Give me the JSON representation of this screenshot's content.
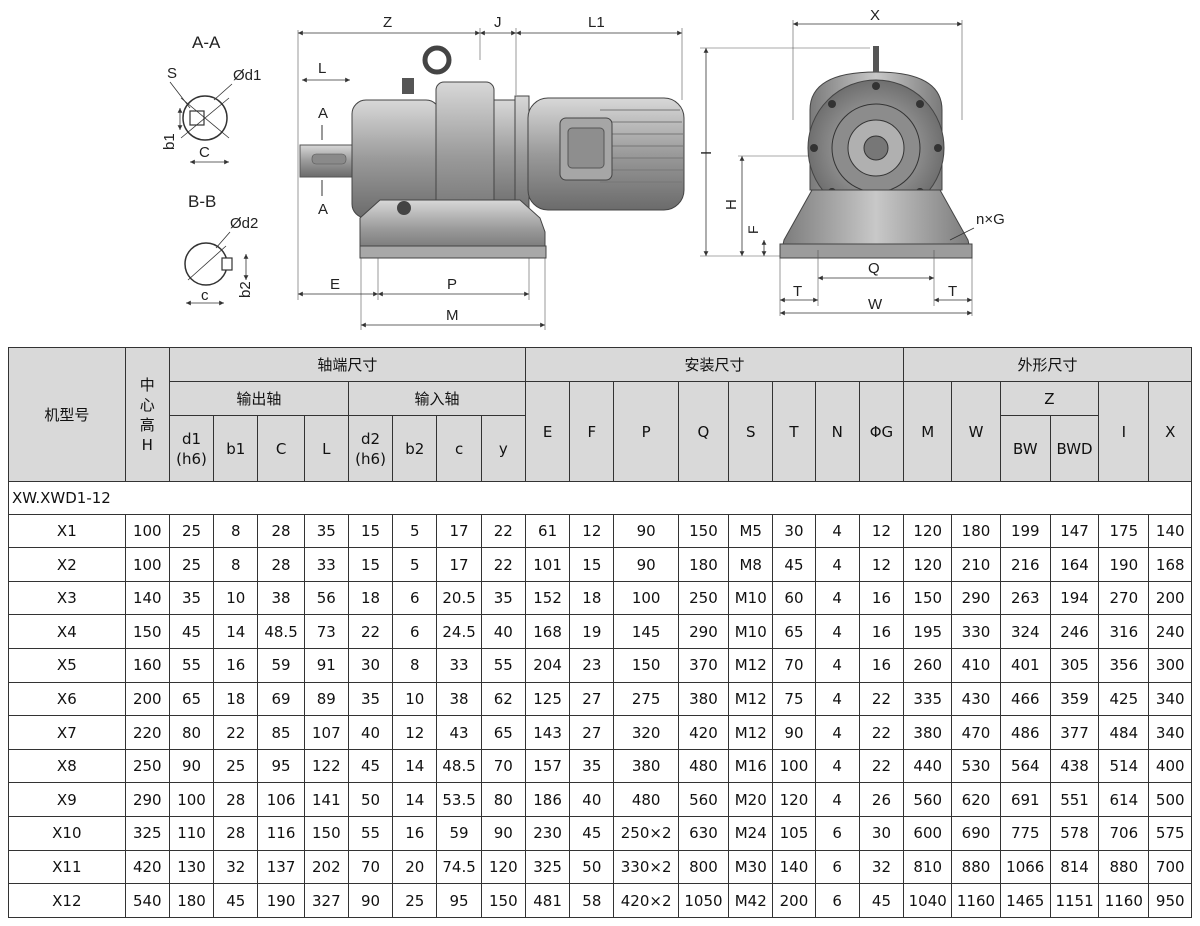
{
  "figure": {
    "section_aa": {
      "title": "A-A",
      "labels": [
        "S",
        "Ød1",
        "b1",
        "C"
      ]
    },
    "section_bb": {
      "title": "B-B",
      "labels": [
        "Ød2",
        "b2",
        "c"
      ]
    },
    "side_view_labels": {
      "Z": "Z",
      "J": "J",
      "L1": "L1",
      "L": "L",
      "A_top": "A",
      "A_bottom": "A",
      "E": "E",
      "P": "P",
      "M": "M"
    },
    "front_view_labels": {
      "X": "X",
      "I": "I",
      "H": "H",
      "F": "F",
      "nG": "n×G",
      "Q": "Q",
      "T_left": "T",
      "T_right": "T",
      "W": "W"
    }
  },
  "table": {
    "header": {
      "model": "机型号",
      "center_height": [
        "中",
        "心",
        "高",
        "H"
      ],
      "shaft_group": "轴端尺寸",
      "output_shaft": "输出轴",
      "input_shaft": "输入轴",
      "install_group": "安装尺寸",
      "outline_group": "外形尺寸",
      "d1": [
        "d1",
        "(h6)"
      ],
      "b1": "b1",
      "C": "C",
      "L": "L",
      "d2": [
        "d2",
        "(h6)"
      ],
      "b2": "b2",
      "c": "c",
      "y": "y",
      "E": "E",
      "F": "F",
      "P": "P",
      "Q": "Q",
      "S": "S",
      "T": "T",
      "N": "N",
      "G": "ΦG",
      "M": "M",
      "W": "W",
      "Z": "Z",
      "BW": "BW",
      "BWD": "BWD",
      "I": "I",
      "X": "X"
    },
    "series": "XW.XWD1-12",
    "rows": [
      [
        "X1",
        "100",
        "25",
        "8",
        "28",
        "35",
        "15",
        "5",
        "17",
        "22",
        "61",
        "12",
        "90",
        "150",
        "M5",
        "30",
        "4",
        "12",
        "120",
        "180",
        "199",
        "147",
        "175",
        "140"
      ],
      [
        "X2",
        "100",
        "25",
        "8",
        "28",
        "33",
        "15",
        "5",
        "17",
        "22",
        "101",
        "15",
        "90",
        "180",
        "M8",
        "45",
        "4",
        "12",
        "120",
        "210",
        "216",
        "164",
        "190",
        "168"
      ],
      [
        "X3",
        "140",
        "35",
        "10",
        "38",
        "56",
        "18",
        "6",
        "20.5",
        "35",
        "152",
        "18",
        "100",
        "250",
        "M10",
        "60",
        "4",
        "16",
        "150",
        "290",
        "263",
        "194",
        "270",
        "200"
      ],
      [
        "X4",
        "150",
        "45",
        "14",
        "48.5",
        "73",
        "22",
        "6",
        "24.5",
        "40",
        "168",
        "19",
        "145",
        "290",
        "M10",
        "65",
        "4",
        "16",
        "195",
        "330",
        "324",
        "246",
        "316",
        "240"
      ],
      [
        "X5",
        "160",
        "55",
        "16",
        "59",
        "91",
        "30",
        "8",
        "33",
        "55",
        "204",
        "23",
        "150",
        "370",
        "M12",
        "70",
        "4",
        "16",
        "260",
        "410",
        "401",
        "305",
        "356",
        "300"
      ],
      [
        "X6",
        "200",
        "65",
        "18",
        "69",
        "89",
        "35",
        "10",
        "38",
        "62",
        "125",
        "27",
        "275",
        "380",
        "M12",
        "75",
        "4",
        "22",
        "335",
        "430",
        "466",
        "359",
        "425",
        "340"
      ],
      [
        "X7",
        "220",
        "80",
        "22",
        "85",
        "107",
        "40",
        "12",
        "43",
        "65",
        "143",
        "27",
        "320",
        "420",
        "M12",
        "90",
        "4",
        "22",
        "380",
        "470",
        "486",
        "377",
        "484",
        "340"
      ],
      [
        "X8",
        "250",
        "90",
        "25",
        "95",
        "122",
        "45",
        "14",
        "48.5",
        "70",
        "157",
        "35",
        "380",
        "480",
        "M16",
        "100",
        "4",
        "22",
        "440",
        "530",
        "564",
        "438",
        "514",
        "400"
      ],
      [
        "X9",
        "290",
        "100",
        "28",
        "106",
        "141",
        "50",
        "14",
        "53.5",
        "80",
        "186",
        "40",
        "480",
        "560",
        "M20",
        "120",
        "4",
        "26",
        "560",
        "620",
        "691",
        "551",
        "614",
        "500"
      ],
      [
        "X10",
        "325",
        "110",
        "28",
        "116",
        "150",
        "55",
        "16",
        "59",
        "90",
        "230",
        "45",
        "250×2",
        "630",
        "M24",
        "105",
        "6",
        "30",
        "600",
        "690",
        "775",
        "578",
        "706",
        "575"
      ],
      [
        "X11",
        "420",
        "130",
        "32",
        "137",
        "202",
        "70",
        "20",
        "74.5",
        "120",
        "325",
        "50",
        "330×2",
        "800",
        "M30",
        "140",
        "6",
        "32",
        "810",
        "880",
        "1066",
        "814",
        "880",
        "700"
      ],
      [
        "X12",
        "540",
        "180",
        "45",
        "190",
        "327",
        "90",
        "25",
        "95",
        "150",
        "481",
        "58",
        "420×2",
        "1050",
        "M42",
        "200",
        "6",
        "45",
        "1040",
        "1160",
        "1465",
        "1151",
        "1160",
        "950"
      ]
    ]
  }
}
